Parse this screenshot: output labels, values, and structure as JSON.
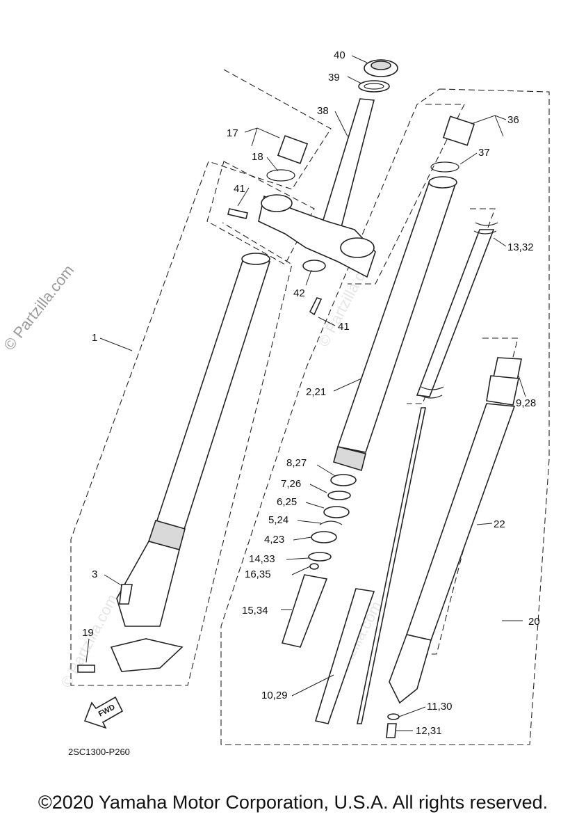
{
  "diagram": {
    "watermark": "© Partzilla.com",
    "diagram_code": "2SC1300-P260",
    "fwd_label": "FWD",
    "callouts": [
      {
        "id": "c40",
        "text": "40"
      },
      {
        "id": "c39",
        "text": "39"
      },
      {
        "id": "c38",
        "text": "38"
      },
      {
        "id": "c17",
        "text": "17"
      },
      {
        "id": "c18",
        "text": "18"
      },
      {
        "id": "c41a",
        "text": "41"
      },
      {
        "id": "c42",
        "text": "42"
      },
      {
        "id": "c41b",
        "text": "41"
      },
      {
        "id": "c36",
        "text": "36"
      },
      {
        "id": "c37",
        "text": "37"
      },
      {
        "id": "c13_32",
        "text": "13,32"
      },
      {
        "id": "c1",
        "text": "1"
      },
      {
        "id": "c2_21",
        "text": "2,21"
      },
      {
        "id": "c9_28",
        "text": "9,28"
      },
      {
        "id": "c8_27",
        "text": "8,27"
      },
      {
        "id": "c7_26",
        "text": "7,26"
      },
      {
        "id": "c6_25",
        "text": "6,25"
      },
      {
        "id": "c5_24",
        "text": "5,24"
      },
      {
        "id": "c4_23",
        "text": "4,23"
      },
      {
        "id": "c22",
        "text": "22"
      },
      {
        "id": "c14_33",
        "text": "14,33"
      },
      {
        "id": "c16_35",
        "text": "16,35"
      },
      {
        "id": "c3",
        "text": "3"
      },
      {
        "id": "c15_34",
        "text": "15,34"
      },
      {
        "id": "c20",
        "text": "20"
      },
      {
        "id": "c19",
        "text": "19"
      },
      {
        "id": "c10_29",
        "text": "10,29"
      },
      {
        "id": "c11_30",
        "text": "11,30"
      },
      {
        "id": "c12_31",
        "text": "12,31"
      }
    ]
  },
  "footer": {
    "copyright": "©2020 Yamaha Motor Corporation, U.S.A. All rights reserved."
  }
}
